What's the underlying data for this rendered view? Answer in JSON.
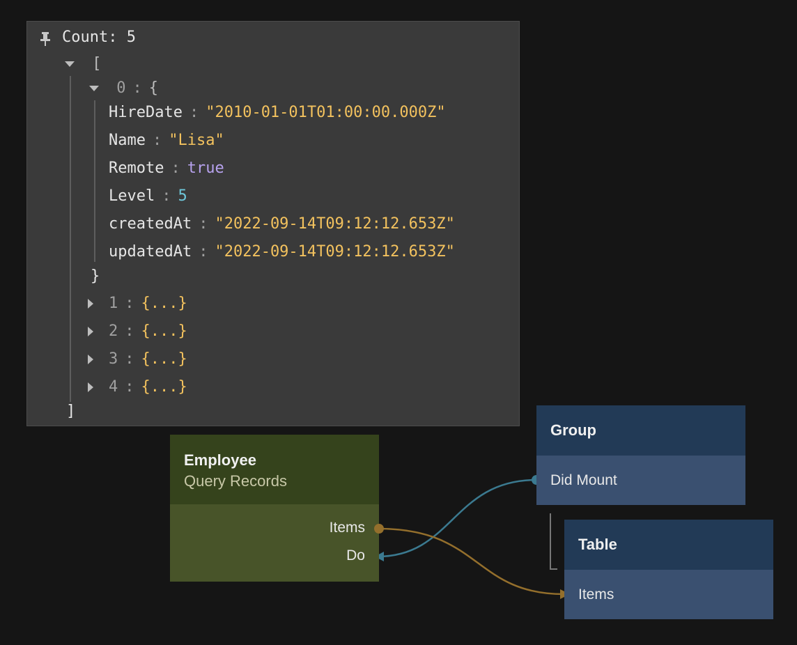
{
  "inspector": {
    "count_label": "Count: 5",
    "array_open": "[",
    "array_close": "]",
    "item0": {
      "index": "0",
      "colon": ":",
      "open": "{",
      "close": "}",
      "fields": [
        {
          "key": "HireDate",
          "value": "\"2010-01-01T01:00:00.000Z\"",
          "type": "string"
        },
        {
          "key": "Name",
          "value": "\"Lisa\"",
          "type": "string"
        },
        {
          "key": "Remote",
          "value": "true",
          "type": "bool"
        },
        {
          "key": "Level",
          "value": "5",
          "type": "number"
        },
        {
          "key": "createdAt",
          "value": "\"2022-09-14T09:12:12.653Z\"",
          "type": "string"
        },
        {
          "key": "updatedAt",
          "value": "\"2022-09-14T09:12:12.653Z\"",
          "type": "string"
        }
      ]
    },
    "collapsed_items": [
      {
        "index": "1",
        "colon": ":",
        "value": "{...}"
      },
      {
        "index": "2",
        "colon": ":",
        "value": "{...}"
      },
      {
        "index": "3",
        "colon": ":",
        "value": "{...}"
      },
      {
        "index": "4",
        "colon": ":",
        "value": "{...}"
      }
    ]
  },
  "nodes": {
    "employee": {
      "title": "Employee",
      "subtitle": "Query Records",
      "ports": [
        "Items",
        "Do"
      ]
    },
    "group": {
      "title": "Group",
      "ports": [
        "Did Mount"
      ]
    },
    "table": {
      "title": "Table",
      "ports": [
        "Items"
      ]
    }
  },
  "colors": {
    "employee_header": "#35431c",
    "employee_body": "#485429",
    "group_header": "#223a56",
    "group_body": "#3a5070",
    "signal_wire": "#3b7a90",
    "data_wire": "#946f2c"
  },
  "icons": {
    "pin": "pin-icon"
  }
}
